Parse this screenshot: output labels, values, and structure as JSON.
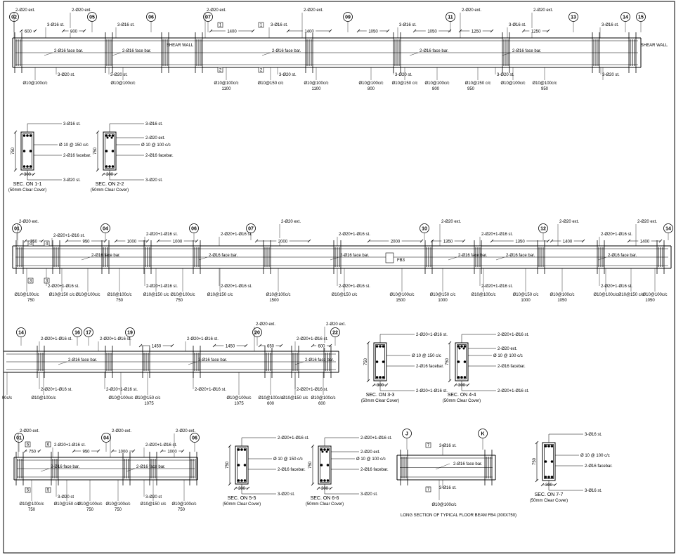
{
  "beams": {
    "fb1": {
      "title": "LONG SECTION OF TYPICAL FLOOR BEAM FB1 (300X750)",
      "grids": [
        "02",
        "05",
        "06",
        "07",
        "09",
        "11",
        "13",
        "14",
        "15"
      ],
      "top_bars": [
        "2-Ø20 ext.",
        "3-Ø16 st.",
        "2-Ø20 ext.",
        "3-Ø16 st.",
        "2-Ø20 ext.",
        "3-Ø16 st.",
        "2-Ø20 ext.",
        "3-Ø16 st.",
        "2-Ø20 ext.",
        "2-Ø20 ext.",
        "3-Ø16 st.",
        "3-Ø16 st."
      ],
      "dims": [
        "600",
        "800",
        "1400",
        "1400",
        "1050",
        "1050",
        "1250",
        "1250"
      ],
      "face_bar": "2-Ø16 face bar.",
      "bottom_bars": [
        "3-Ø20 st.",
        "3-Ø20 st.",
        "3-Ø20 st.",
        "3-Ø20 st.",
        "3-Ø20 st.",
        "3-Ø20 st."
      ],
      "shear_wall": "SHEAR WALL",
      "stirrups": [
        "Ø10@100c/c",
        "Ø10@100c/c",
        "Ø10@100c/c",
        "Ø10@150 c/c",
        "Ø10@100c/c",
        "Ø10@100c/c",
        "Ø10@150 c/c",
        "Ø10@100c/c",
        "Ø10@150 c/c",
        "Ø10@100c/c",
        "Ø10@100c/c"
      ],
      "stirrup_lengths": [
        "1100",
        "1100",
        "800",
        "800",
        "950",
        "950"
      ],
      "section_marks": [
        "1",
        "1",
        "2",
        "2"
      ]
    },
    "fb2": {
      "title": "LONG SECTION OF TYPICAL FLOOR BEAM FB2 (300X750)",
      "grids": [
        "01",
        "04",
        "06",
        "07",
        "10",
        "12",
        "14"
      ],
      "top_bars": [
        "2-Ø20 ext.",
        "2-Ø20+1-Ø16 st.",
        "2-Ø20+1-Ø16 st.",
        "2-Ø20+1-Ø16 st.",
        "2-Ø20 ext.",
        "2-Ø20+1-Ø16 st.",
        "2-Ø20 ext.",
        "2-Ø20+1-Ø16 st.",
        "2-Ø20 ext.",
        "2-Ø20+1-Ø16 st.",
        "2-Ø20 ext."
      ],
      "dims": [
        "750",
        "950",
        "1000",
        "1000",
        "2000",
        "2000",
        "1350",
        "1350",
        "1400",
        "1400"
      ],
      "face_bar": "2-Ø16 face bar.",
      "bottom_bars": [
        "2-Ø20+1-Ø16 st.",
        "2-Ø20+1-Ø16 st.",
        "2-Ø20+1-Ø16 st.",
        "2-Ø20+1-Ø16 st.",
        "2-Ø20+1-Ø16 st.",
        "2-Ø20+1-Ø16 st."
      ],
      "stirrups": [
        "Ø10@100c/c",
        "Ø10@150 c/c",
        "Ø10@100c/c",
        "Ø10@100c/c",
        "Ø10@150 c/c",
        "Ø10@100c/c",
        "Ø10@150 c/c",
        "Ø10@100c/c",
        "Ø10@150 c/c",
        "Ø10@100c/c",
        "Ø10@150 c/c",
        "Ø10@100c/c",
        "Ø10@150 c/c",
        "Ø10@100c/c",
        "Ø10@100c/c",
        "Ø10@150 c/c",
        "Ø10@100c/c"
      ],
      "stirrup_lengths": [
        "750",
        "750",
        "750",
        "1500",
        "1500",
        "1000",
        "1000",
        "1050",
        "1050"
      ],
      "fb_tag": "FB3",
      "section_marks": [
        "3",
        "3",
        "4",
        "4"
      ]
    },
    "fb2_cont": {
      "grids": [
        "14",
        "16",
        "17",
        "19",
        "20",
        "22"
      ],
      "top_bars": [
        "2-Ø20+1-Ø16 st.",
        "2-Ø20+1-Ø16 st.",
        "2-Ø20+1-Ø16 st.",
        "2-Ø20 ext.",
        "2-Ø20+1-Ø16 st.",
        "2-Ø20 ext."
      ],
      "dims": [
        "1450",
        "1450",
        "650",
        "600"
      ],
      "face_bar": "2-Ø16 face bar.",
      "bottom_bars": [
        "2-Ø20+1-Ø16 st.",
        "2-Ø20+1-Ø16 st.",
        "2-Ø20+1-Ø16 st.",
        "2-Ø20+1-Ø16 st."
      ],
      "stirrups": [
        "00c/c",
        "Ø10@100c/c",
        "Ø10@100c/c",
        "Ø10@150 c/c",
        "Ø10@100c/c",
        "Ø10@100c/c",
        "Ø10@150 c/c",
        "Ø10@100c/c"
      ],
      "stirrup_lengths": [
        "1075",
        "1075",
        "600",
        "600"
      ]
    },
    "fb3": {
      "title": "LONG SECTION OF TYPICAL FLOOR BEAM FB3 (300X750)",
      "grids": [
        "01",
        "04",
        "06"
      ],
      "top_bars": [
        "2-Ø20 ext.",
        "2-Ø20+1-Ø16 st.",
        "2-Ø20 ext.",
        "2-Ø20+1-Ø16 st.",
        "2-Ø20 ext."
      ],
      "dims": [
        "750",
        "950",
        "1000",
        "1000"
      ],
      "face_bar": "2-Ø16 face bar.",
      "bottom_bars": [
        "3-Ø20 st",
        "3-Ø20 st"
      ],
      "stirrups": [
        "Ø10@100c/c",
        "Ø10@150 c/c",
        "Ø10@100c/c",
        "Ø10@100c/c",
        "Ø10@150 c/c",
        "Ø10@100c/c"
      ],
      "stirrup_lengths": [
        "750",
        "750",
        "750",
        "750"
      ],
      "section_marks": [
        "5",
        "5",
        "6",
        "6"
      ]
    },
    "fb4": {
      "title": "LONG SECTION OF TYPICAL FLOOR BEAM FB4 (300X750)",
      "grids": [
        "J",
        "K"
      ],
      "top_bar": "3-Ø16 st.",
      "face_bar": "2-Ø16 face bar.",
      "bottom_bar": "3-Ø16 st.",
      "stirrup": "Ø10@100c/c",
      "section_marks": [
        "7",
        "7"
      ]
    }
  },
  "sections": [
    {
      "title": "SEC. ON 1-1",
      "cover": "(50mm Clear Cover)",
      "top": "3-Ø16 st.",
      "ext": "",
      "stirrup": "Ø 10 @ 150 c/c",
      "face": "2-Ø16 facebar.",
      "bottom": "3-Ø20 st.",
      "width": "300",
      "depth": "750"
    },
    {
      "title": "SEC. ON 2-2",
      "cover": "(50mm Clear Cover)",
      "top": "3-Ø16 st.",
      "ext": "2-Ø20 ext.",
      "stirrup": "Ø 10 @ 100 c/c",
      "face": "2-Ø16 facebar.",
      "bottom": "3-Ø20 st.",
      "width": "300",
      "depth": "750"
    },
    {
      "title": "SEC. ON 3-3",
      "cover": "(50mm Clear Cover)",
      "top": "2-Ø20+1-Ø16 st.",
      "ext": "",
      "stirrup": "Ø 10 @ 150 c/c",
      "face": "2-Ø16 facebar.",
      "bottom": "2-Ø20+1-Ø16 st.",
      "width": "300",
      "depth": "750"
    },
    {
      "title": "SEC. ON 4-4",
      "cover": "(50mm Clear Cover)",
      "top": "2-Ø20+1-Ø16 st.",
      "ext": "2-Ø20 ext.",
      "stirrup": "Ø 10 @ 100 c/c",
      "face": "2-Ø16 facebar.",
      "bottom": "2-Ø20+1-Ø16 st.",
      "width": "300",
      "depth": "750"
    },
    {
      "title": "SEC. ON 5-5",
      "cover": "(50mm Clear Cover)",
      "top": "2-Ø20+1-Ø16 st.",
      "ext": "",
      "stirrup": "Ø 10 @ 150 c/c",
      "face": "2-Ø16 facebar.",
      "bottom": "3-Ø20 st.",
      "width": "300",
      "depth": "750"
    },
    {
      "title": "SEC. ON 6-6",
      "cover": "(50mm Clear Cover)",
      "top": "2-Ø20+1-Ø16 st.",
      "ext": "2-Ø20 ext.",
      "stirrup": "Ø 10 @ 100 c/c",
      "face": "2-Ø16 facebar.",
      "bottom": "3-Ø20 st.",
      "width": "300",
      "depth": "750"
    },
    {
      "title": "SEC. ON 7-7",
      "cover": "(50mm Clear Cover)",
      "top": "3-Ø16 st.",
      "ext": "",
      "stirrup": "Ø 10 @ 100 c/c",
      "face": "2-Ø16 facebar.",
      "bottom": "3-Ø16 st.",
      "width": "300",
      "depth": "750"
    }
  ]
}
